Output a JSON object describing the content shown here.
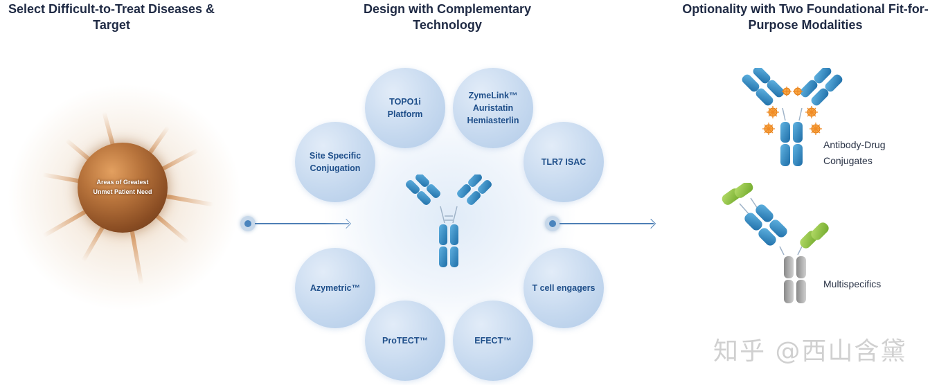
{
  "columns": {
    "left_title": "Select Difficult-to-Treat Diseases & Target",
    "middle_title": "Design with Complementary Technology",
    "right_title": "Optionality with Two Foundational Fit-for-Purpose Modalities"
  },
  "cell": {
    "label": "Areas of Greatest\nUnmet Patient Need"
  },
  "technologies": [
    "TOPO1i\nPlatform",
    "ZymeLink™\nAuristatin\nHemiasterlin",
    "TLR7 ISAC",
    "T cell engagers",
    "EFECT™",
    "ProTECT™",
    "Azymetric™",
    "Site Specific\nConjugation"
  ],
  "modalities": [
    "Antibody-Drug\nConjugates",
    "Multispecifics"
  ],
  "watermark": "知乎 @西山含黛",
  "colors": {
    "antibody_blue": "#2e86c1",
    "bubble_blue": "#c6d9ef",
    "payload_orange": "#f08a24",
    "multispecific_green": "#8cc43f",
    "arrow": "#4d7fb5"
  }
}
